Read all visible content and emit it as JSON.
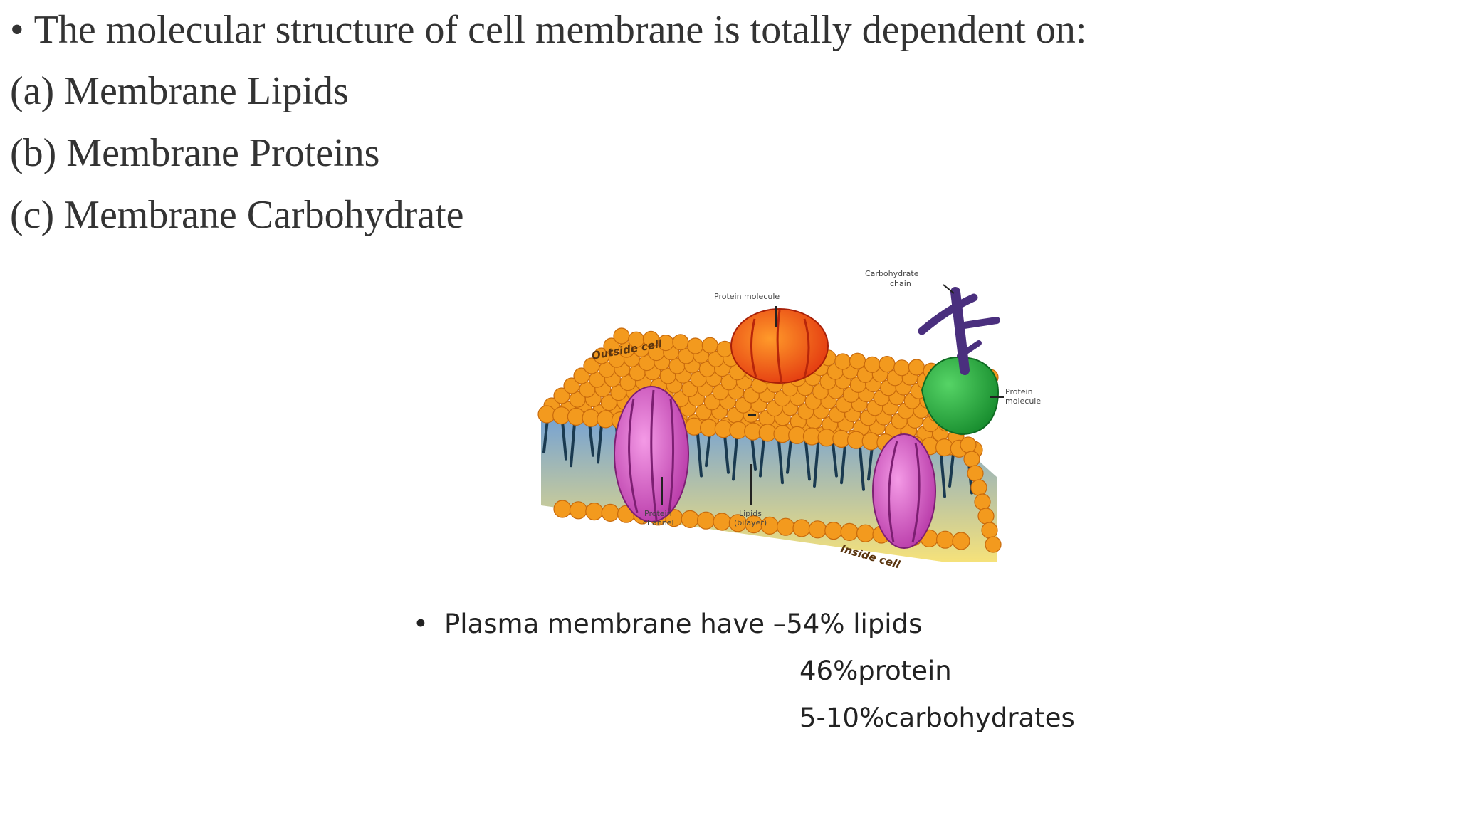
{
  "heading": {
    "bullet": "•",
    "text": "The molecular structure of cell membrane is totally dependent on:"
  },
  "list": [
    {
      "marker": "(a)",
      "text": "Membrane Lipids"
    },
    {
      "marker": "(b)",
      "text": "Membrane Proteins"
    },
    {
      "marker": "(c)",
      "text": "Membrane Carbohydrate"
    }
  ],
  "diagram": {
    "labels": {
      "outside": "Outside cell",
      "inside": "Inside cell",
      "protein_top": "Protein molecule",
      "carb_line1": "Carbohydrate",
      "carb_line2": "chain",
      "protein_right_line1": "Protein",
      "protein_right_line2": "molecule",
      "channel_line1": "Protein",
      "channel_line2": "channel",
      "lipids_line1": "Lipids",
      "lipids_line2": "(bilayer)"
    },
    "colors": {
      "head": "#f39a1e",
      "head_dark": "#c86a0c",
      "tail": "#1a3a50",
      "core_top": "#7ea6d6",
      "core_bottom": "#f6e27a",
      "protein_red": "#ee4a14",
      "protein_green": "#23a23c",
      "channel_magenta": "#d64fc0",
      "carb_purple": "#4a2f7e"
    }
  },
  "composition": {
    "bullet": "•",
    "line1": "Plasma membrane have –54% lipids",
    "line2": "46%protein",
    "line3": "5-10%carbohydrates"
  }
}
